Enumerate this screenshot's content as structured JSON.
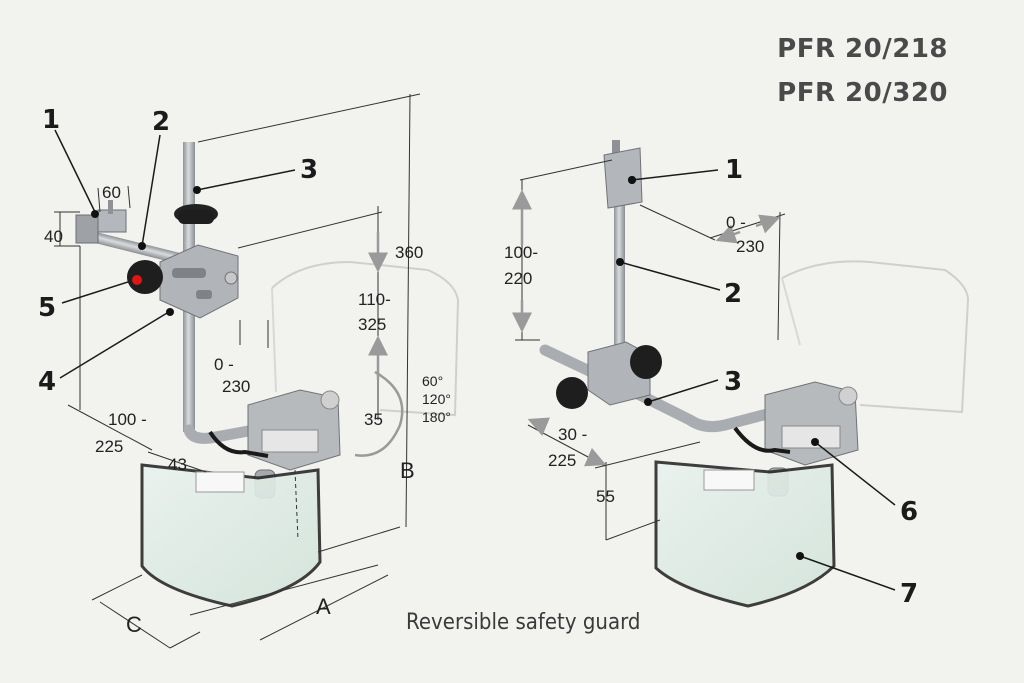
{
  "models": [
    "PFR 20/218",
    "PFR 20/320"
  ],
  "caption": "Reversible safety guard",
  "left_view": {
    "callouts": [
      "1",
      "2",
      "3",
      "4",
      "5"
    ],
    "dimensions": {
      "d60": "60",
      "d40": "40",
      "d360": "360",
      "d110_325_a": "110-",
      "d110_325_b": "325",
      "d0_230_a": "0 -",
      "d0_230_b": "230",
      "d100_225_a": "100 -",
      "d100_225_b": "225",
      "d43": "43",
      "d35": "35",
      "angle1": "60°",
      "angle2": "120°",
      "angle3": "180°",
      "dimB": "B",
      "dimA": "A",
      "dimC": "C"
    }
  },
  "right_view": {
    "callouts": [
      "1",
      "2",
      "3",
      "6",
      "7"
    ],
    "dimensions": {
      "d100_220_a": "100-",
      "d100_220_b": "220",
      "d0_230_a": "0 -",
      "d0_230_b": "230",
      "d30_225_a": "30 -",
      "d30_225_b": "225",
      "d55": "55"
    }
  },
  "colors": {
    "background": "#f2f2ef",
    "metal": "#a9adb1",
    "knob": "#1e1e1e",
    "knob_red": "#e01616",
    "shield_fill": "#dfece6",
    "text": "#1b1b1b"
  }
}
